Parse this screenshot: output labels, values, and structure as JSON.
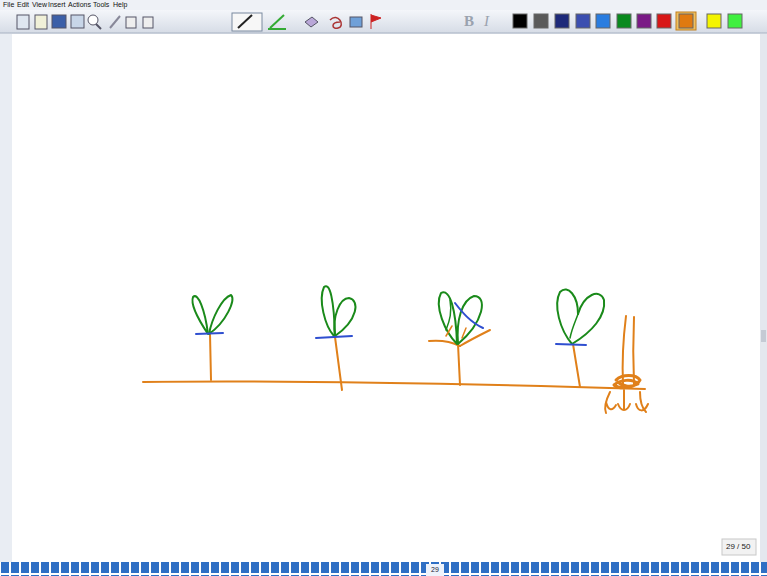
{
  "diagram": {
    "labels": [
      "File",
      "Edit",
      "View",
      "Insert",
      "Actions",
      "Tools",
      "Help",
      "B",
      "I",
      "29 / 50",
      "29"
    ]
  }
}
